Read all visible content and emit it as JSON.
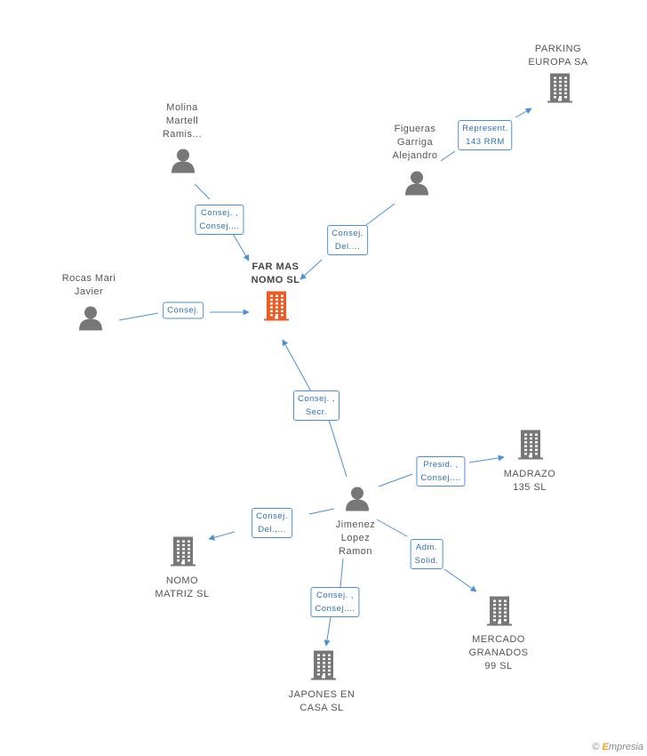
{
  "colors": {
    "edge": "#4a90d9",
    "person": "#777777",
    "company": "#777777",
    "main_company": "#f05a22"
  },
  "nodes": {
    "main": {
      "label": "FAR MAS\nNOMO  SL",
      "type": "main-company"
    },
    "parking": {
      "label": "PARKING\nEUROPA SA",
      "type": "company"
    },
    "molina": {
      "label": "Molina\nMartell\nRamis...",
      "type": "person"
    },
    "figueras": {
      "label": "Figueras\nGarriga\nAlejandro",
      "type": "person"
    },
    "rocas": {
      "label": "Rocas Mari\nJavier",
      "type": "person"
    },
    "jimenez": {
      "label": "Jimenez\nLopez\nRamon",
      "type": "person"
    },
    "madrazo": {
      "label": "MADRAZO\n135 SL",
      "type": "company"
    },
    "nomo": {
      "label": "NOMO\nMATRIZ  SL",
      "type": "company"
    },
    "mercado": {
      "label": "MERCADO\nGRANADOS\n99  SL",
      "type": "company"
    },
    "japones": {
      "label": "JAPONES EN\nCASA  SL",
      "type": "company"
    }
  },
  "edges": {
    "figueras_parking": "Represent.\n143 RRM",
    "molina_main": "Consej. ,\nConsej....",
    "figueras_main": "Consej.\nDel....",
    "rocas_main": "Consej.",
    "jimenez_main": "Consej. ,\nSecr.",
    "jimenez_madrazo": "Presid. ,\nConsej....",
    "jimenez_nomo": "Consej.\nDel.,...",
    "jimenez_mercado": "Adm.\nSolid.",
    "jimenez_japones": "Consej. ,\nConsej...."
  },
  "brand": {
    "copyright": "©",
    "initial": "E",
    "rest": "mpresia"
  }
}
